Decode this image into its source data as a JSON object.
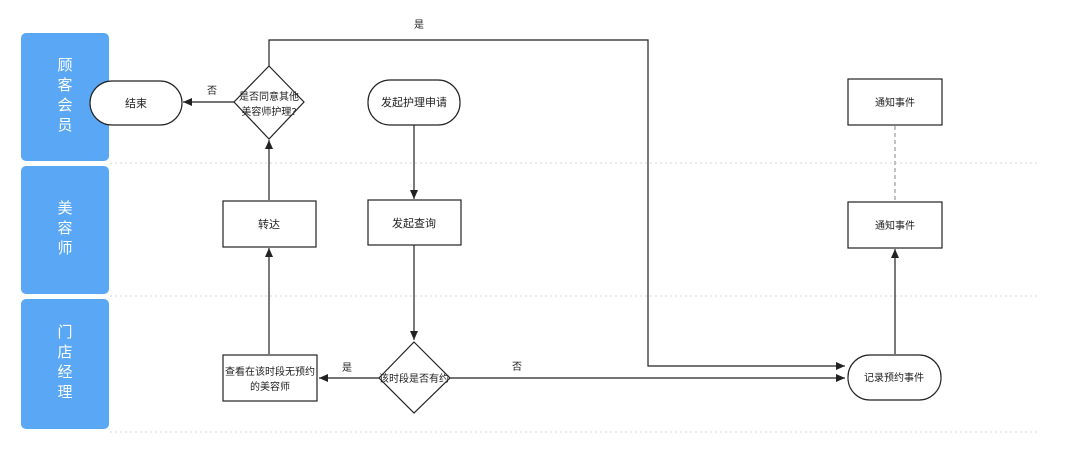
{
  "lanes": [
    {
      "label": "顾客会员"
    },
    {
      "label": "美容师"
    },
    {
      "label": "门店经理"
    }
  ],
  "nodes": {
    "end": "结束",
    "agree_line1": "是否同意其他",
    "agree_line2": "美容师护理?",
    "start_request": "发起护理申请",
    "notify_top": "通知事件",
    "forward": "转达",
    "query": "发起查询",
    "notify_mid": "通知事件",
    "view_line1": "查看在该时段无预约",
    "view_line2": "的美容师",
    "check_line": "该时段是否有约",
    "record": "记录预约事件"
  },
  "edges": {
    "agree_no": "否",
    "agree_yes": "是",
    "check_yes": "是",
    "check_no": "否"
  }
}
